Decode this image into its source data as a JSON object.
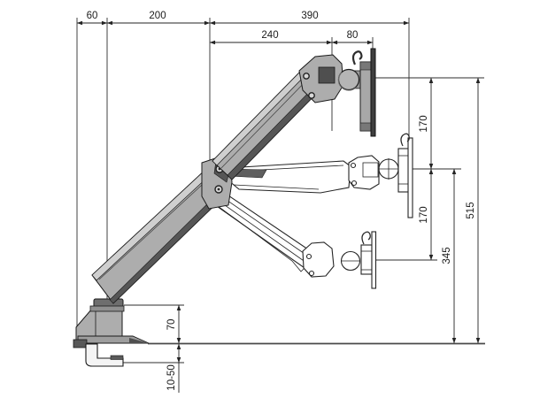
{
  "diagram": {
    "type": "technical-dimension-drawing",
    "subject": "desk-clamp monitor arm, side view, three height positions",
    "unit": "mm",
    "colors": {
      "line": "#232323",
      "solid_fill": "#adadad",
      "solid_fill_light": "#cfcfcf",
      "solid_fill_dark": "#565656",
      "outline_fill": "#ffffff",
      "background": "#ffffff"
    },
    "dimensions": {
      "clamp_offset": "60",
      "base_to_elbow": "200",
      "elbow_to_plate_reach": "390",
      "elbow_to_wrist": "240",
      "wrist_to_plate": "80",
      "travel_upper": "170",
      "travel_lower": "170",
      "plate_height_max": "515",
      "plate_height_mid": "345",
      "base_height": "70",
      "clamp_thickness_range": "10-50"
    }
  }
}
